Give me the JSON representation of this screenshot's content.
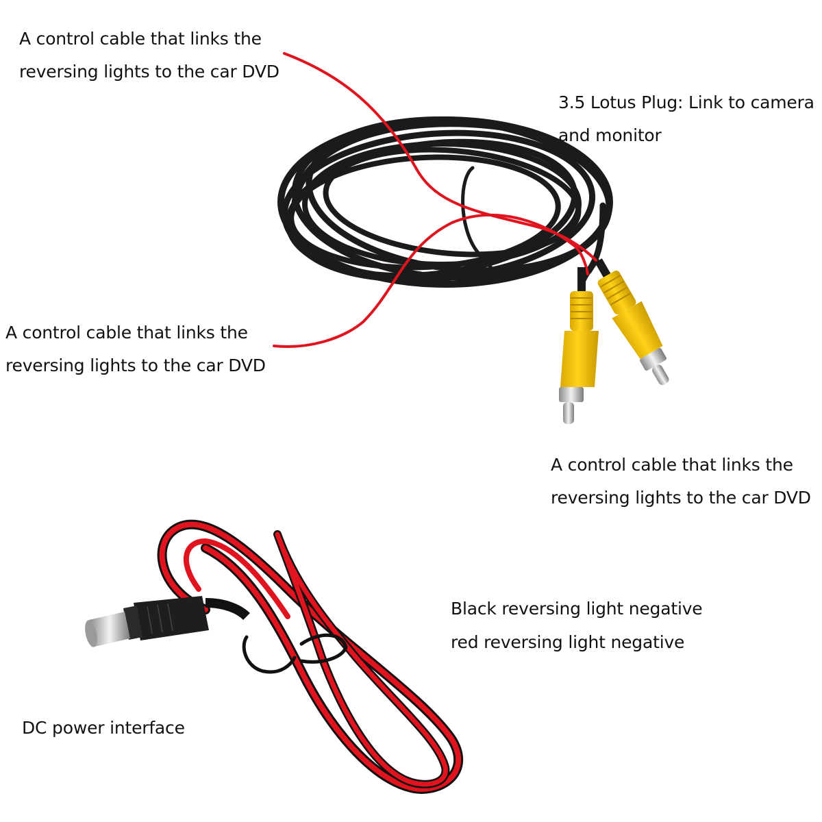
{
  "labels": {
    "top_left": {
      "line1": "A control cable that links the",
      "line2": "reversing lights to the car DVD"
    },
    "top_right": {
      "line1": "3.5 Lotus Plug: Link to camera",
      "line2": "and monitor"
    },
    "mid_left": {
      "line1": "A control cable that links the",
      "line2": "reversing lights to the car DVD"
    },
    "mid_right": {
      "line1": "A control cable that links the",
      "line2": "reversing lights to the car DVD"
    },
    "bottom_right": {
      "line1": "Black reversing light negative",
      "line2": "red reversing light negative"
    },
    "bottom_left": {
      "line1": "DC power interface"
    }
  },
  "colors": {
    "cable_black": "#1b1b1b",
    "wire_red": "#e0141e",
    "plug_yellow": "#f5c400",
    "metal": "#c8c8c8"
  }
}
